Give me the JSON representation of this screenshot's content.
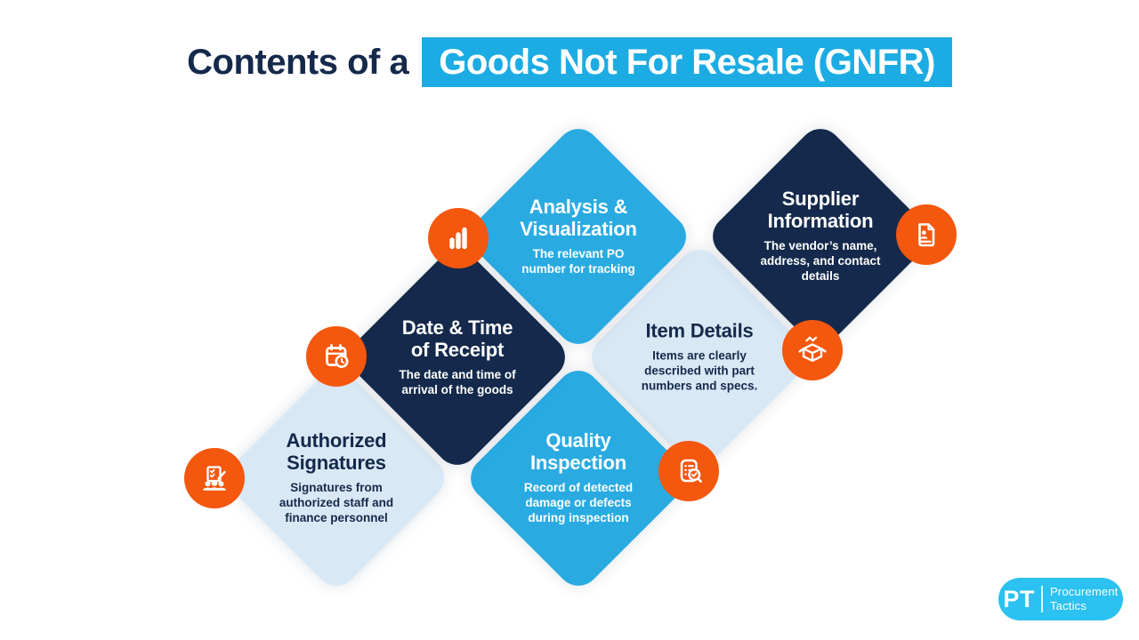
{
  "header": {
    "prefix": "Contents of a",
    "highlight": "Goods Not For Resale (GNFR)"
  },
  "cards": [
    {
      "title": "Analysis & Visualization",
      "description": "The relevant PO number for tracking",
      "icon": "bar-chart",
      "variant": "bright"
    },
    {
      "title": "Supplier Information",
      "description": "The vendor’s name, address, and contact details",
      "icon": "contact-card",
      "variant": "navy"
    },
    {
      "title": "Date & Time of Receipt",
      "description": "The date and time of arrival of the goods",
      "icon": "calendar-clock",
      "variant": "navy"
    },
    {
      "title": "Item Details",
      "description": "Items are clearly described with part numbers and specs.",
      "icon": "open-box",
      "variant": "pale"
    },
    {
      "title": "Authorized Signatures",
      "description": "Signatures from authorized staff and finance personnel",
      "icon": "signature-people",
      "variant": "pale"
    },
    {
      "title": "Quality Inspection",
      "description": "Record of detected damage or defects during inspection",
      "icon": "checklist-magnifier",
      "variant": "bright"
    }
  ],
  "logo": {
    "initials": "PT",
    "name_line1": "Procurement",
    "name_line2": "Tactics"
  },
  "colors": {
    "bright_blue": "#29ABE2",
    "navy": "#14294B",
    "pale_blue": "#D9E8F5",
    "orange": "#F4570E",
    "highlight_cyan": "#1CACE3",
    "logo_cyan": "#2BC1F0"
  }
}
